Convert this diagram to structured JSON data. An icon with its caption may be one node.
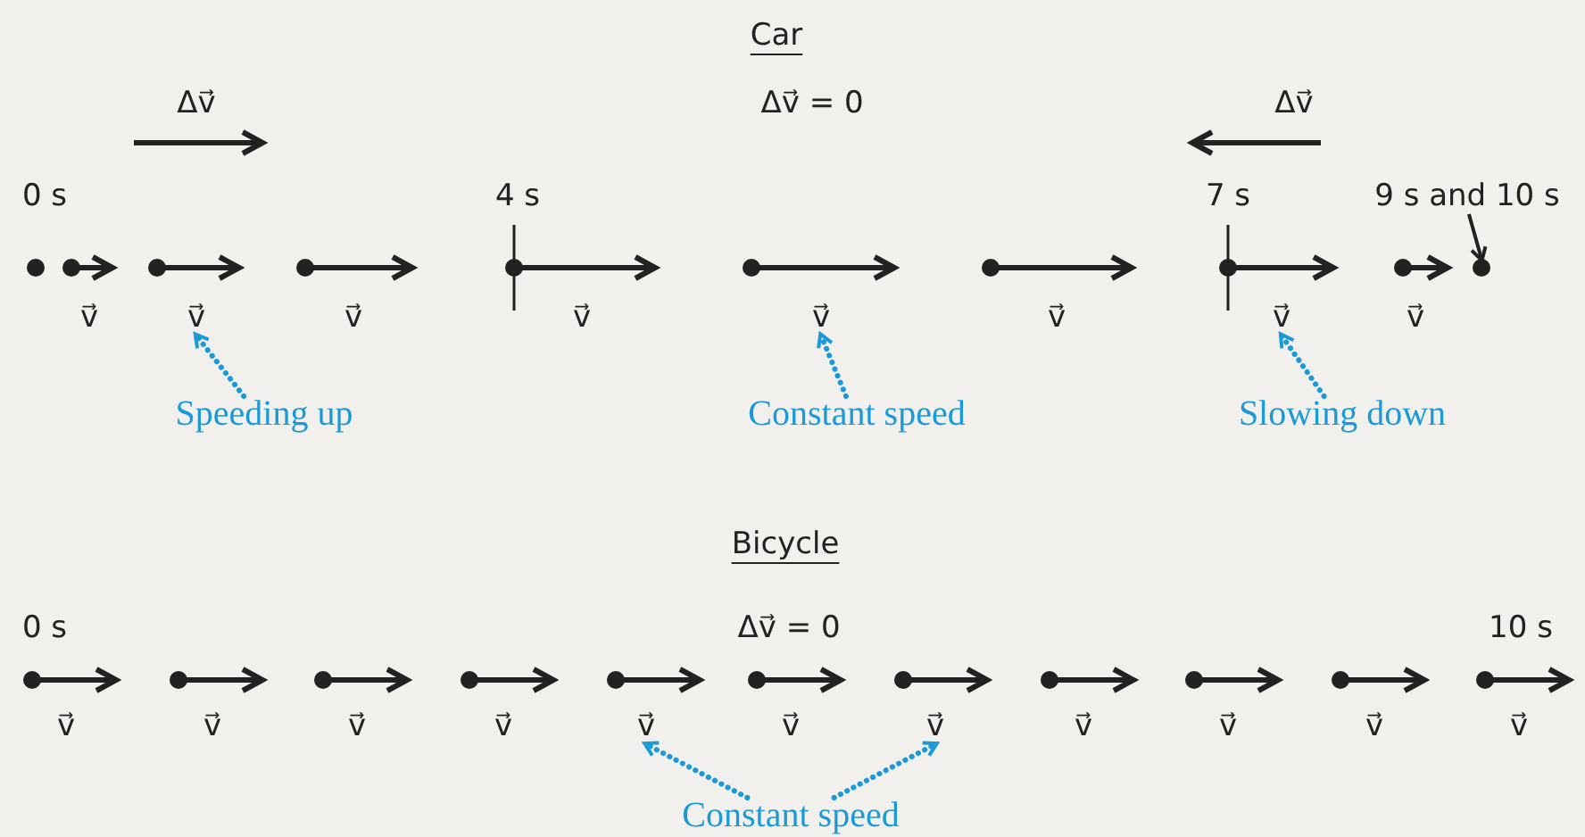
{
  "diagram": {
    "nodes": [
      {
        "text": [
          "Speeding up"
        ]
      },
      {
        "text": [
          "v⃗"
        ]
      },
      {
        "text": [
          "Constant speed"
        ]
      },
      {
        "text": [
          "v⃗"
        ]
      },
      {
        "text": [
          "Slowing down"
        ]
      },
      {
        "text": [
          "v⃗"
        ]
      },
      {
        "text": [
          "9 s and 10 s"
        ]
      },
      {
        "text": [],
        "shape": "circle"
      },
      {
        "text": [
          "Constant speed"
        ]
      },
      {
        "text": [
          "v⃗"
        ]
      },
      {
        "text": [
          "v⃗"
        ]
      }
    ],
    "edges": [
      {
        "from": 0,
        "to": 1,
        "arrow": "to",
        "style": "dashed"
      },
      {
        "from": 2,
        "to": 3,
        "arrow": "to",
        "style": "dashed"
      },
      {
        "from": 4,
        "to": 5,
        "arrow": "to",
        "style": "dashed"
      },
      {
        "from": 6,
        "to": 7,
        "arrow": "to",
        "color": "#222222"
      },
      {
        "from": 8,
        "to": 9,
        "arrow": "to",
        "style": "dashed"
      },
      {
        "from": 8,
        "to": 10,
        "arrow": "to",
        "style": "dashed"
      }
    ],
    "labels": [
      "Car",
      "Δv⃗",
      "Δv⃗ = 0",
      "Δv⃗",
      "0 s",
      "4 s",
      "7 s",
      "v⃗",
      "v⃗",
      "v⃗",
      "v⃗",
      "v⃗",
      "Bicycle",
      "0 s",
      "Δv⃗ = 0",
      "10 s",
      "v⃗",
      "v⃗",
      "v⃗",
      "v⃗",
      "v⃗",
      "v⃗",
      "v⃗",
      "v⃗",
      "v⃗"
    ]
  }
}
